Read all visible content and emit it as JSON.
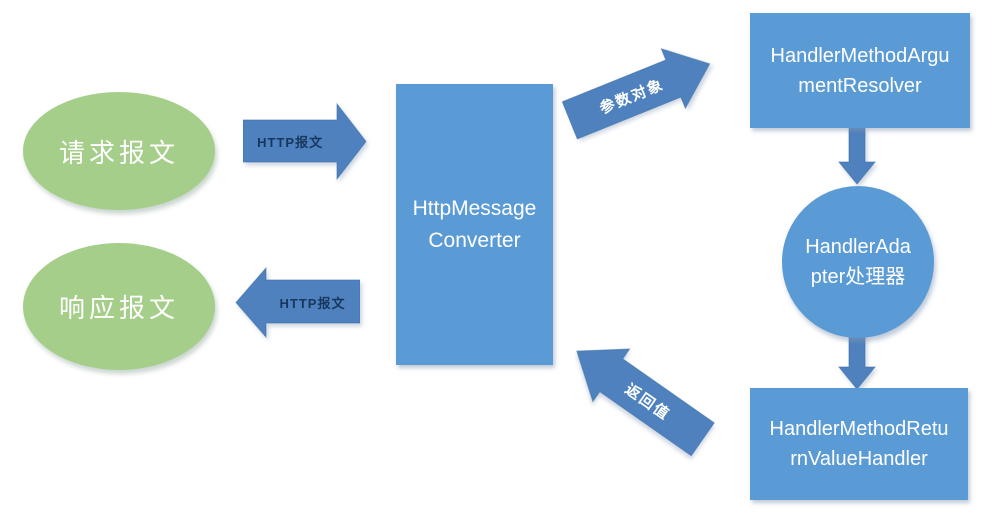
{
  "colors": {
    "node_green": "#A6CE8B",
    "node_blue": "#5B9BD5",
    "arrow_blue": "#4E81BD",
    "arrow_stroke": "#3D6FA6",
    "arrow_label_dark": "#17375E",
    "node_label_white": "#FFFFFF",
    "background": "#FFFFFF"
  },
  "nodes": {
    "request": {
      "label": "请求报文",
      "shape": "ellipse"
    },
    "response": {
      "label": "响应报文",
      "shape": "ellipse"
    },
    "converter": {
      "label": "HttpMessage Converter",
      "shape": "rect"
    },
    "resolver": {
      "label": "HandlerMethodArgumentResolver",
      "shape": "rect"
    },
    "adapter": {
      "label": "HandlerAdapter处理器",
      "shape": "circle"
    },
    "return_handler": {
      "label": "HandlerMethodReturnValueHandler",
      "shape": "rect"
    }
  },
  "arrows": {
    "request_to_converter": {
      "label": "HTTP报文",
      "direction": "right"
    },
    "converter_to_response": {
      "label": "HTTP报文",
      "direction": "left"
    },
    "converter_to_resolver": {
      "label": "参数对象",
      "direction": "up-right"
    },
    "resolver_to_adapter": {
      "label": "",
      "direction": "down"
    },
    "adapter_to_return_handler": {
      "label": "",
      "direction": "down"
    },
    "return_handler_to_converter": {
      "label": "返回值",
      "direction": "up-left"
    }
  }
}
